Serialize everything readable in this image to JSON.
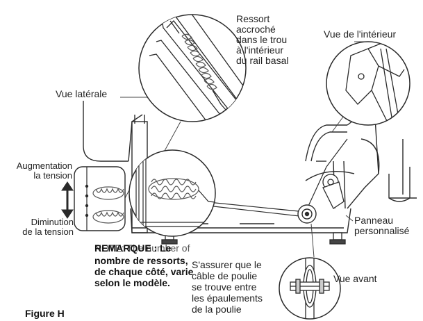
{
  "labels": {
    "spring_hooked": "Ressort\naccroché\ndans le trou\nà l'intérieur\ndu rail basal",
    "interior_view": "Vue de l'intérieur",
    "side_view": "Vue latérale",
    "increase_tension": "Augmentation\nla tension",
    "decrease_tension": "Diminution\nde la tension",
    "custom_panel": "Panneau\npersonnalisé",
    "note_overprint": "NOTE: The number of",
    "note_heading": "REMARQUE : Le",
    "note_body": "nombre de ressorts,\nde chaque côté, varie\nselon le modèle.",
    "pulley_note": "S'assurer que le\ncâble de poulie\nse trouve entre\nles épaulements\nde la poulie",
    "front_view": "Vue avant",
    "figure_title": "Figure H"
  },
  "colors": {
    "line": "#2a2a2a",
    "light": "#9a9a9a",
    "bg": "#ffffff"
  }
}
